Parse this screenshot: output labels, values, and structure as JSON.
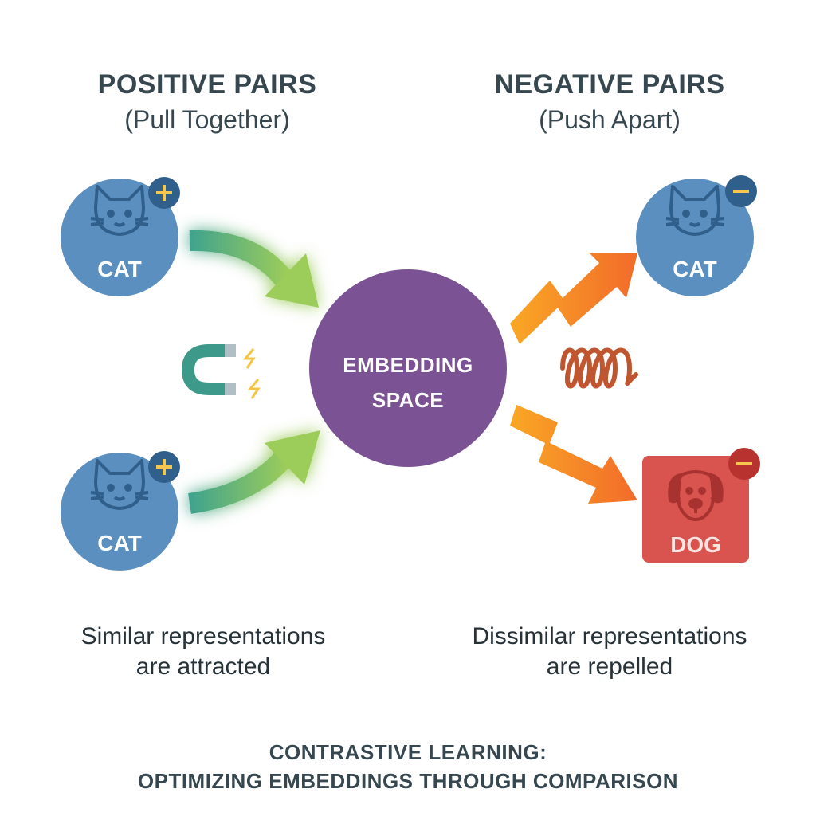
{
  "positive": {
    "title": "POSITIVE PAIRS",
    "subtitle": "(Pull Together)",
    "caption_line1": "Similar representations",
    "caption_line2": "are attracted",
    "top_node_label": "CAT",
    "bottom_node_label": "CAT"
  },
  "negative": {
    "title": "NEGATIVE PAIRS",
    "subtitle": "(Push Apart)",
    "caption_line1": "Dissimilar representations",
    "caption_line2": "are repelled",
    "top_node_label": "CAT",
    "bottom_node_label": "DOG"
  },
  "hub": {
    "line1": "EMBEDDING",
    "line2": "SPACE"
  },
  "footer": {
    "line1": "CONTRASTIVE LEARNING:",
    "line2": "OPTIMIZING EMBEDDINGS THROUGH COMPARISON"
  },
  "colors": {
    "cat_node": "#5b8fbf",
    "dog_node": "#d9534f",
    "hub": "#7b5394",
    "pull_arrow": "#4caf8a",
    "push_arrow": "#f5732a",
    "plus_badge": "#2f5f8a",
    "minus_badge_cat": "#2f5f8a",
    "minus_badge_dog": "#b83230"
  },
  "icons": {
    "positive_nodes": "cat-icon",
    "negative_top_node": "cat-icon",
    "negative_bottom_node": "dog-icon",
    "attract_symbol": "magnet-icon",
    "repel_symbol": "spring-icon",
    "plus_badge": "plus-icon",
    "minus_badge": "minus-icon"
  }
}
